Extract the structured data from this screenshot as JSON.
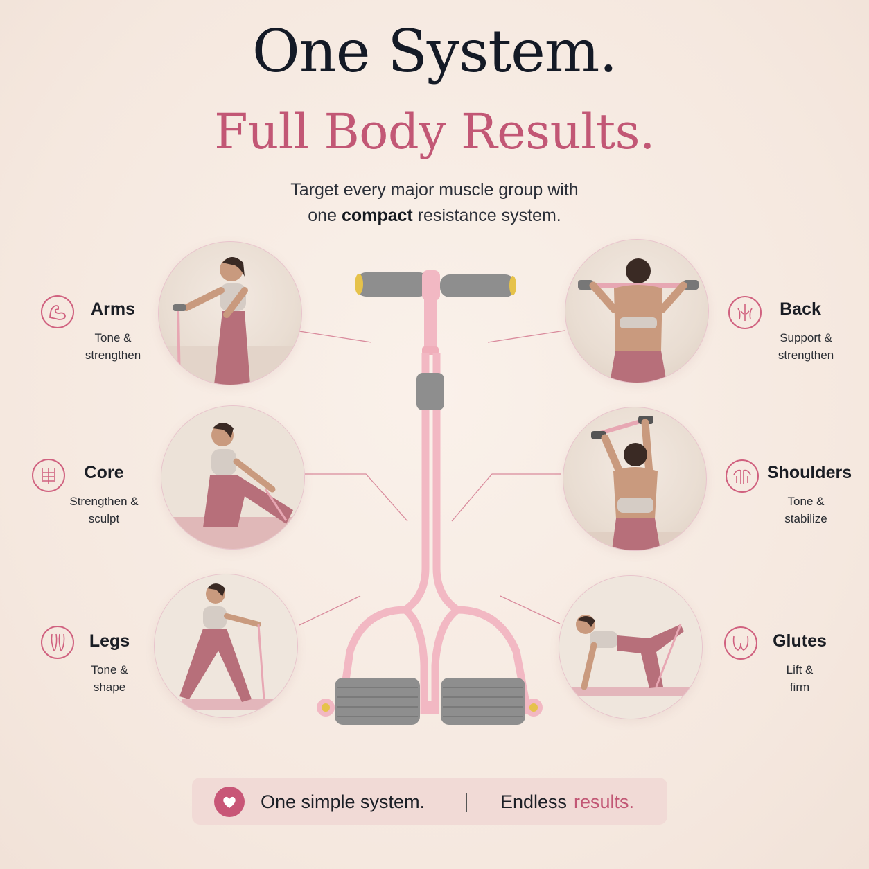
{
  "headline": "One System.",
  "subheadline": "Full Body Results.",
  "intro": {
    "line1": "Target every major muscle group with",
    "line2_pre": "one ",
    "line2_bold": "compact",
    "line2_post": " resistance system."
  },
  "muscle_groups": [
    {
      "label": "Arms",
      "desc1": "Tone &",
      "desc2": "strengthen",
      "icon": "bicep-icon"
    },
    {
      "label": "Core",
      "desc1": "Strengthen &",
      "desc2": "sculpt",
      "icon": "abs-icon"
    },
    {
      "label": "Legs",
      "desc1": "Tone &",
      "desc2": "shape",
      "icon": "legs-icon"
    },
    {
      "label": "Back",
      "desc1": "Support &",
      "desc2": "strengthen",
      "icon": "back-icon"
    },
    {
      "label": "Shoulders",
      "desc1": "Tone &",
      "desc2": "stabilize",
      "icon": "shoulders-icon"
    },
    {
      "label": "Glutes",
      "desc1": "Lift &",
      "desc2": "firm",
      "icon": "glutes-icon"
    }
  ],
  "banner": {
    "part1": "One simple system.",
    "part2_pre": "Endless",
    "part2_accent": "results."
  },
  "colors": {
    "accent": "#c25775",
    "headline": "#141a26",
    "background": "#f5e8df",
    "product_pink": "#f2b8c3",
    "grip_gray": "#8e8e8e"
  }
}
